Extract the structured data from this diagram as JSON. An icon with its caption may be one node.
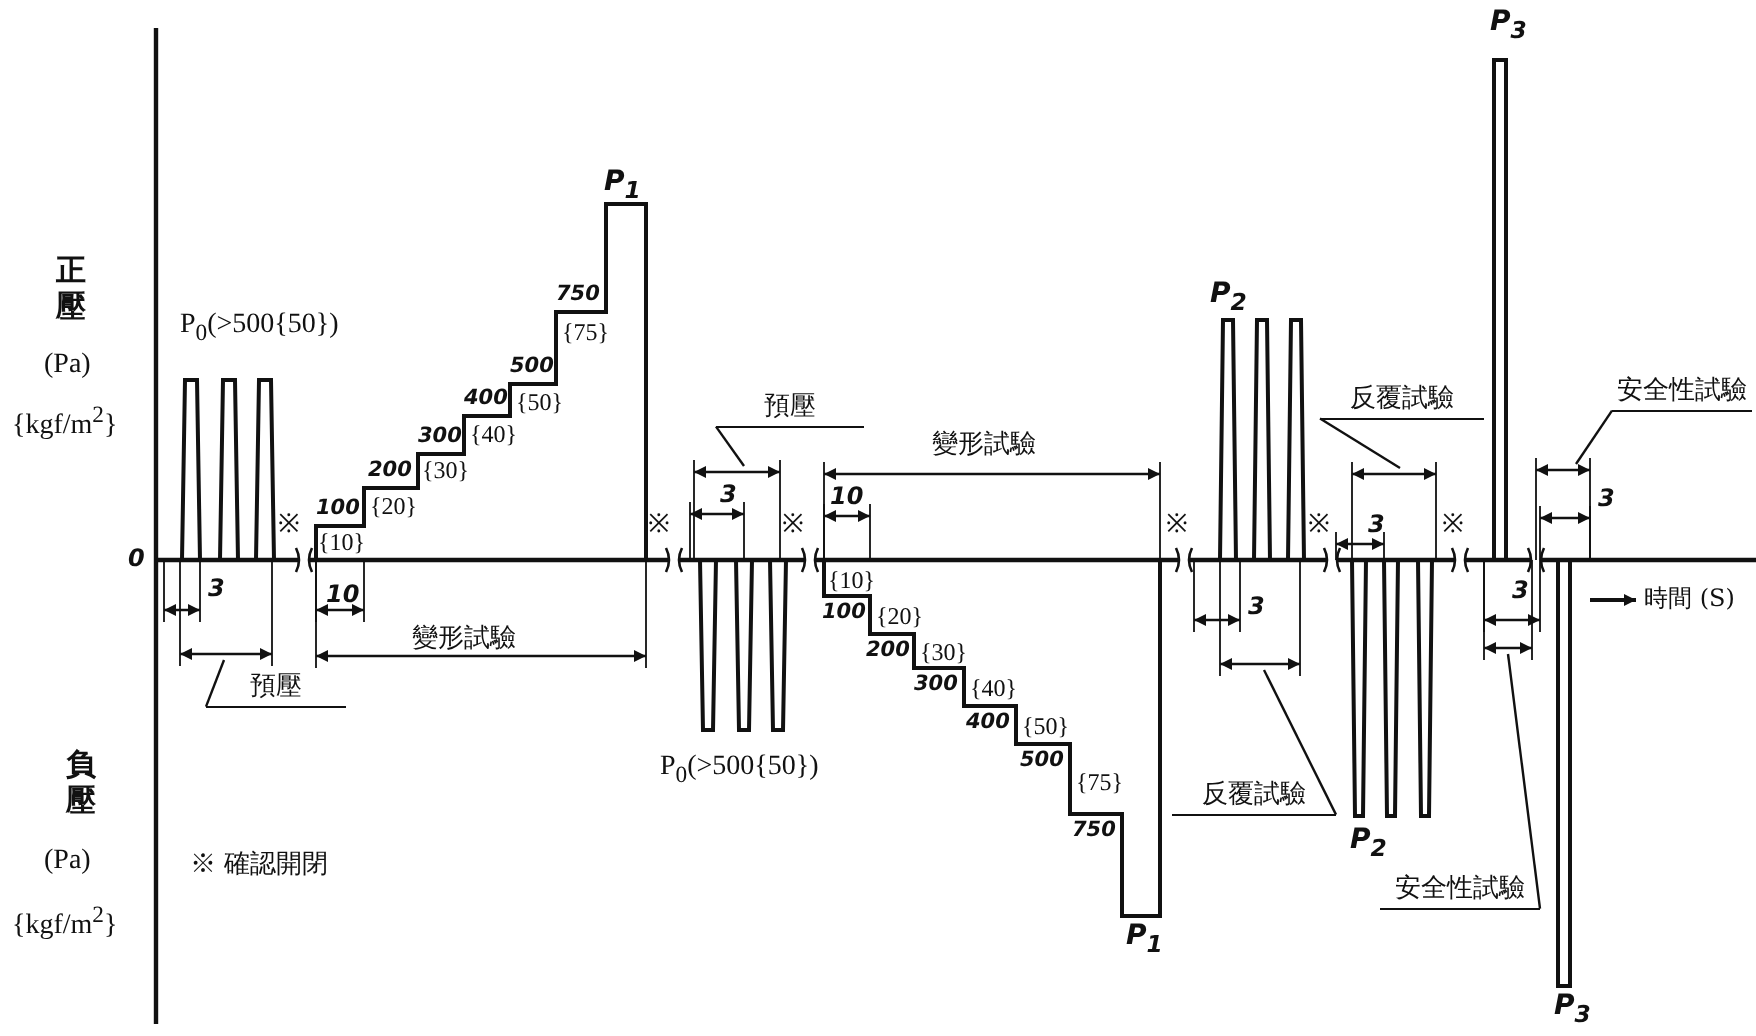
{
  "diagram": {
    "nodes": [
      {
        "text": [
          "預壓"
        ]
      },
      {
        "text": [
          "反覆試驗"
        ]
      },
      {
        "text": [
          "安全性試驗"
        ]
      },
      {
        "text": [
          "預壓"
        ]
      },
      {
        "text": [
          "反覆試驗"
        ]
      },
      {
        "text": [
          "安全性試驗"
        ]
      }
    ],
    "edges": [
      {
        "from": 0,
        "to": null,
        "arrow": "none"
      },
      {
        "from": 1,
        "to": null,
        "arrow": "none"
      },
      {
        "from": 2,
        "to": null,
        "arrow": "none"
      },
      {
        "from": 3,
        "to": null,
        "arrow": "none"
      },
      {
        "from": 4,
        "to": null,
        "arrow": "none"
      },
      {
        "from": 5,
        "to": null,
        "arrow": "none"
      }
    ],
    "labels": [
      "P$_{3}$",
      "P$_{1}$",
      "正壓",
      "P$_{2}$",
      "(Pa)",
      "P$_{0}$(>500{50})",
      "750",
      "{75}",
      "500",
      "{kgf/m$^{2}$}",
      "400",
      "{50}",
      "300",
      "{40}",
      "變形試驗",
      "200",
      "{30}",
      "100",
      "{20}",
      "{10}",
      "3",
      "10",
      "3",
      "3",
      "※",
      "※",
      "※",
      "※",
      "※",
      "※",
      "0",
      "3",
      "{10}",
      "10",
      "3",
      "3",
      "時間 (S)",
      "100",
      "{20}",
      "變形試驗",
      "200",
      "{30}",
      "300",
      "{40}",
      "400",
      "{50}",
      "500",
      "P$_{0}$(>500{50})",
      "負壓",
      "{75}",
      "750",
      "P$_{2}$",
      "(Pa)",
      "※ 確認開閉",
      "{kgf/m$^{2}$}",
      "P$_{1}$",
      "P$_{3}$"
    ]
  }
}
